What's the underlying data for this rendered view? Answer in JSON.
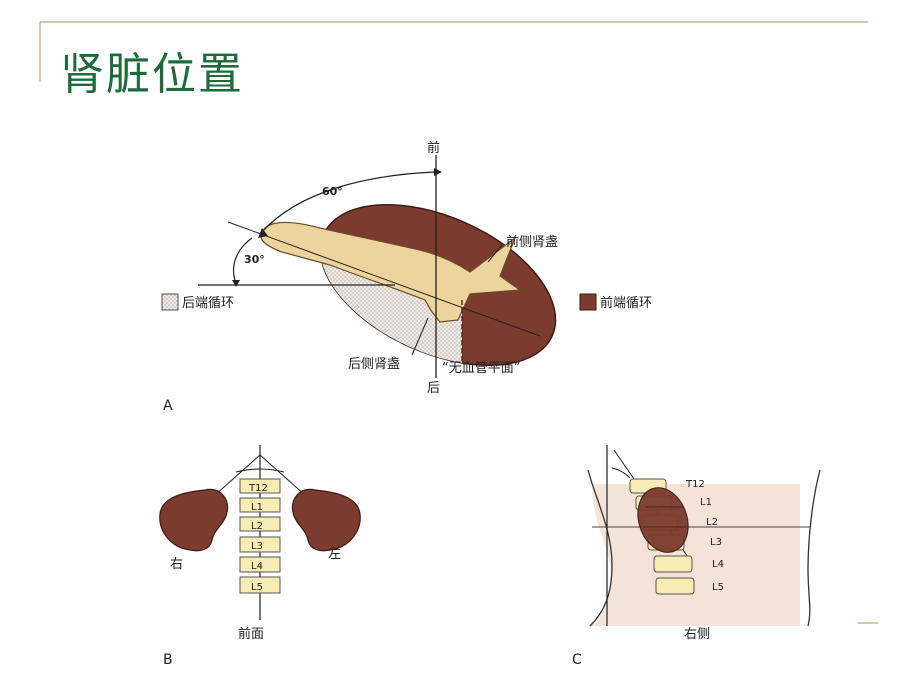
{
  "slide": {
    "title": "肾脏位置"
  },
  "panel_a": {
    "label": "A",
    "front": "前",
    "back": "后",
    "angle_60": "60°",
    "angle_30": "30°",
    "legend_posterior": "后端循环",
    "legend_anterior": "前端循环",
    "anterior_calyx": "前侧肾盏",
    "posterior_calyx": "后侧肾盏",
    "avascular_plane": "“无血管平面”"
  },
  "panel_b": {
    "label": "B",
    "vertebrae": [
      "T12",
      "L1",
      "L2",
      "L3",
      "L4",
      "L5"
    ],
    "right": "右",
    "left": "左",
    "view": "前面"
  },
  "panel_c": {
    "label": "C",
    "vertebrae": [
      "T12",
      "L1",
      "L2",
      "L3",
      "L4",
      "L5"
    ],
    "view": "右侧"
  },
  "colors": {
    "title": "#1d6b3a",
    "kidney": "#7b3b2e",
    "pelvis": "#ecd49c",
    "stipple": "#e8e2da",
    "body_side": "#f4e3d8",
    "frame_line": "#c8b48a"
  }
}
